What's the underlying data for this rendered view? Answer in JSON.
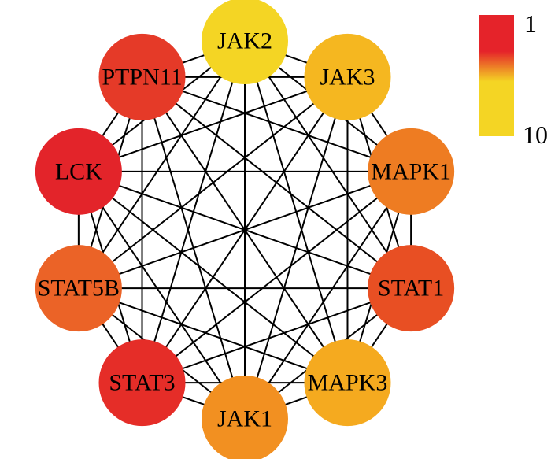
{
  "network": {
    "nodes": [
      {
        "id": "JAK2",
        "rank": 10,
        "color": "#f4d524"
      },
      {
        "id": "JAK3",
        "rank": 9,
        "color": "#f5b720"
      },
      {
        "id": "MAPK1",
        "rank": 6,
        "color": "#ee7c22"
      },
      {
        "id": "STAT1",
        "rank": 4,
        "color": "#e84f23"
      },
      {
        "id": "MAPK3",
        "rank": 8,
        "color": "#f5aa1f"
      },
      {
        "id": "JAK1",
        "rank": 7,
        "color": "#f29021"
      },
      {
        "id": "STAT3",
        "rank": 2,
        "color": "#e52d28"
      },
      {
        "id": "STAT5B",
        "rank": 5,
        "color": "#eb6327"
      },
      {
        "id": "LCK",
        "rank": 1,
        "color": "#e3242a"
      },
      {
        "id": "PTPN11",
        "rank": 3,
        "color": "#e53a28"
      }
    ],
    "edges": "all-pairs"
  },
  "legend": {
    "min_label": "1",
    "max_label": "10",
    "color_top": "#e5232a",
    "color_mid": "#ee7a22",
    "color_bottom": "#f4d524"
  }
}
